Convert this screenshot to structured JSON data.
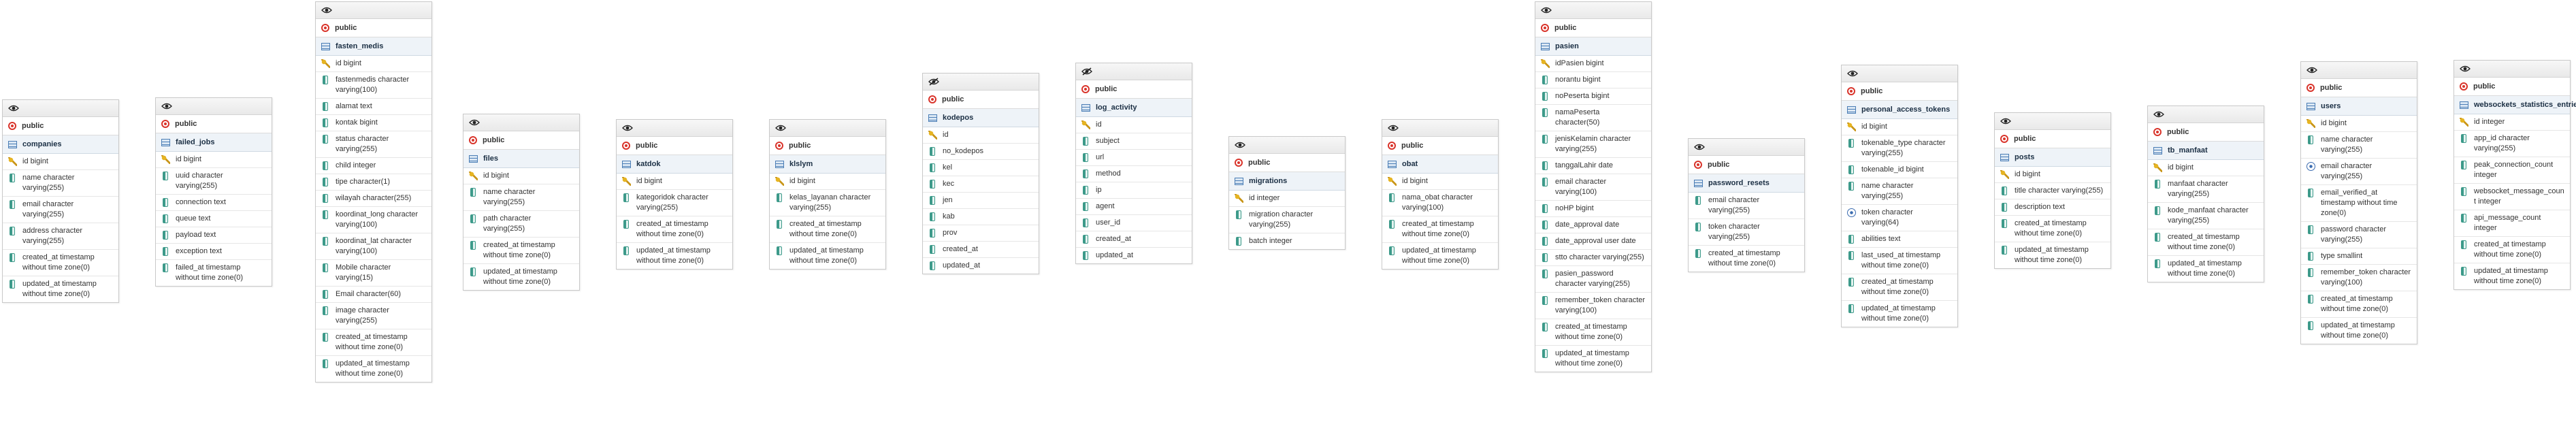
{
  "colors": {
    "schema_red": "#d9342b",
    "column_teal": "#3d9a8a",
    "key_gold": "#e6b422",
    "table_blue": "#4a7db5"
  },
  "tables": [
    {
      "id": "companies",
      "schema": "public",
      "name": "companies",
      "top_icon": "eye-icon",
      "columns": [
        {
          "icon": "key",
          "text": "id bigint"
        },
        {
          "icon": "col",
          "text": "name character varying(255)"
        },
        {
          "icon": "col",
          "text": "email character varying(255)"
        },
        {
          "icon": "col",
          "text": "address character varying(255)"
        },
        {
          "icon": "col",
          "text": "created_at timestamp without time zone(0)"
        },
        {
          "icon": "col",
          "text": "updated_at timestamp without time zone(0)"
        }
      ]
    },
    {
      "id": "failed_jobs",
      "schema": "public",
      "name": "failed_jobs",
      "top_icon": "eye-icon",
      "columns": [
        {
          "icon": "key",
          "text": "id bigint"
        },
        {
          "icon": "col",
          "text": "uuid character varying(255)"
        },
        {
          "icon": "col",
          "text": "connection text"
        },
        {
          "icon": "col",
          "text": "queue text"
        },
        {
          "icon": "col",
          "text": "payload text"
        },
        {
          "icon": "col",
          "text": "exception text"
        },
        {
          "icon": "col",
          "text": "failed_at timestamp without time zone(0)"
        }
      ]
    },
    {
      "id": "fasten_medis",
      "schema": "public",
      "name": "fasten_medis",
      "top_icon": "eye-icon",
      "columns": [
        {
          "icon": "key",
          "text": "id bigint"
        },
        {
          "icon": "col",
          "text": "fastenmedis character varying(100)"
        },
        {
          "icon": "col",
          "text": "alamat text"
        },
        {
          "icon": "col",
          "text": "kontak bigint"
        },
        {
          "icon": "col",
          "text": "status character varying(255)"
        },
        {
          "icon": "col",
          "text": "child integer"
        },
        {
          "icon": "col",
          "text": "tipe character(1)"
        },
        {
          "icon": "col",
          "text": "wilayah character(255)"
        },
        {
          "icon": "col",
          "text": "koordinat_long character varying(100)"
        },
        {
          "icon": "col",
          "text": "koordinat_lat character varying(100)"
        },
        {
          "icon": "col",
          "text": "Mobile character varying(15)"
        },
        {
          "icon": "col",
          "text": "Email character(60)"
        },
        {
          "icon": "col",
          "text": "image character varying(255)"
        },
        {
          "icon": "col",
          "text": "created_at timestamp without time zone(0)"
        },
        {
          "icon": "col",
          "text": "updated_at timestamp without time zone(0)"
        }
      ]
    },
    {
      "id": "files",
      "schema": "public",
      "name": "files",
      "top_icon": "eye-icon",
      "columns": [
        {
          "icon": "key",
          "text": "id bigint"
        },
        {
          "icon": "col",
          "text": "name character varying(255)"
        },
        {
          "icon": "col",
          "text": "path character varying(255)"
        },
        {
          "icon": "col",
          "text": "created_at timestamp without time zone(0)"
        },
        {
          "icon": "col",
          "text": "updated_at timestamp without time zone(0)"
        }
      ]
    },
    {
      "id": "katdok",
      "schema": "public",
      "name": "katdok",
      "top_icon": "eye-icon",
      "columns": [
        {
          "icon": "key",
          "text": "id bigint"
        },
        {
          "icon": "col",
          "text": "kategoridok character varying(255)"
        },
        {
          "icon": "col",
          "text": "created_at timestamp without time zone(0)"
        },
        {
          "icon": "col",
          "text": "updated_at timestamp without time zone(0)"
        }
      ]
    },
    {
      "id": "klslym",
      "schema": "public",
      "name": "klslym",
      "top_icon": "eye-icon",
      "columns": [
        {
          "icon": "key",
          "text": "id bigint"
        },
        {
          "icon": "col",
          "text": "kelas_layanan character varying(255)"
        },
        {
          "icon": "col",
          "text": "created_at timestamp without time zone(0)"
        },
        {
          "icon": "col",
          "text": "updated_at timestamp without time zone(0)"
        }
      ]
    },
    {
      "id": "kodepos",
      "schema": "public",
      "name": "kodepos",
      "top_icon": "eye-slash-icon",
      "columns": [
        {
          "icon": "key",
          "text": "id"
        },
        {
          "icon": "col",
          "text": "no_kodepos"
        },
        {
          "icon": "col",
          "text": "kel"
        },
        {
          "icon": "col",
          "text": "kec"
        },
        {
          "icon": "col",
          "text": "jen"
        },
        {
          "icon": "col",
          "text": "kab"
        },
        {
          "icon": "col",
          "text": "prov"
        },
        {
          "icon": "col",
          "text": "created_at"
        },
        {
          "icon": "col",
          "text": "updated_at"
        }
      ]
    },
    {
      "id": "log_activity",
      "schema": "public",
      "name": "log_activity",
      "top_icon": "eye-slash-icon",
      "columns": [
        {
          "icon": "key",
          "text": "id"
        },
        {
          "icon": "col",
          "text": "subject"
        },
        {
          "icon": "col",
          "text": "url"
        },
        {
          "icon": "col",
          "text": "method"
        },
        {
          "icon": "col",
          "text": "ip"
        },
        {
          "icon": "col",
          "text": "agent"
        },
        {
          "icon": "col",
          "text": "user_id"
        },
        {
          "icon": "col",
          "text": "created_at"
        },
        {
          "icon": "col",
          "text": "updated_at"
        }
      ]
    },
    {
      "id": "migrations",
      "schema": "public",
      "name": "migrations",
      "top_icon": "eye-icon",
      "columns": [
        {
          "icon": "key",
          "text": "id integer"
        },
        {
          "icon": "col",
          "text": "migration character varying(255)"
        },
        {
          "icon": "col",
          "text": "batch integer"
        }
      ]
    },
    {
      "id": "obat",
      "schema": "public",
      "name": "obat",
      "top_icon": "eye-icon",
      "columns": [
        {
          "icon": "key",
          "text": "id bigint"
        },
        {
          "icon": "col",
          "text": "nama_obat character varying(100)"
        },
        {
          "icon": "col",
          "text": "created_at timestamp without time zone(0)"
        },
        {
          "icon": "col",
          "text": "updated_at timestamp without time zone(0)"
        }
      ]
    },
    {
      "id": "pasien",
      "schema": "public",
      "name": "pasien",
      "top_icon": "eye-icon",
      "columns": [
        {
          "icon": "key",
          "text": "idPasien bigint"
        },
        {
          "icon": "col",
          "text": "norantu bigint"
        },
        {
          "icon": "col",
          "text": "noPeserta bigint"
        },
        {
          "icon": "col",
          "text": "namaPeserta character(50)"
        },
        {
          "icon": "col",
          "text": "jenisKelamin character varying(255)"
        },
        {
          "icon": "col",
          "text": "tanggalLahir date"
        },
        {
          "icon": "col",
          "text": "email character varying(100)"
        },
        {
          "icon": "col",
          "text": "noHP bigint"
        },
        {
          "icon": "col",
          "text": "date_approval date"
        },
        {
          "icon": "col",
          "text": "date_approval user date"
        },
        {
          "icon": "col",
          "text": "stto character varying(255)"
        },
        {
          "icon": "col",
          "text": "pasien_password character varying(255)"
        },
        {
          "icon": "col",
          "text": "remember_token character varying(100)"
        },
        {
          "icon": "col",
          "text": "created_at timestamp without time zone(0)"
        },
        {
          "icon": "col",
          "text": "updated_at timestamp without time zone(0)"
        }
      ]
    },
    {
      "id": "password_resets",
      "schema": "public",
      "name": "password_resets",
      "top_icon": "eye-icon",
      "columns": [
        {
          "icon": "col",
          "text": "email character varying(255)"
        },
        {
          "icon": "col",
          "text": "token character varying(255)"
        },
        {
          "icon": "col",
          "text": "created_at timestamp without time zone(0)"
        }
      ]
    },
    {
      "id": "personal_access_tokens",
      "schema": "public",
      "name": "personal_access_tokens",
      "top_icon": "eye-icon",
      "columns": [
        {
          "icon": "key",
          "text": "id bigint"
        },
        {
          "icon": "col",
          "text": "tokenable_type character varying(255)"
        },
        {
          "icon": "col",
          "text": "tokenable_id bigint"
        },
        {
          "icon": "col",
          "text": "name character varying(255)"
        },
        {
          "icon": "num",
          "text": "token character varying(64)"
        },
        {
          "icon": "col",
          "text": "abilities text"
        },
        {
          "icon": "col",
          "text": "last_used_at timestamp without time zone(0)"
        },
        {
          "icon": "col",
          "text": "created_at timestamp without time zone(0)"
        },
        {
          "icon": "col",
          "text": "updated_at timestamp without time zone(0)"
        }
      ]
    },
    {
      "id": "posts",
      "schema": "public",
      "name": "posts",
      "top_icon": "eye-icon",
      "columns": [
        {
          "icon": "key",
          "text": "id bigint"
        },
        {
          "icon": "col",
          "text": "title character varying(255)"
        },
        {
          "icon": "col",
          "text": "description text"
        },
        {
          "icon": "col",
          "text": "created_at timestamp without time zone(0)"
        },
        {
          "icon": "col",
          "text": "updated_at timestamp without time zone(0)"
        }
      ]
    },
    {
      "id": "tb_manfaat",
      "schema": "public",
      "name": "tb_manfaat",
      "top_icon": "eye-icon",
      "columns": [
        {
          "icon": "key",
          "text": "id bigint"
        },
        {
          "icon": "col",
          "text": "manfaat character varying(255)"
        },
        {
          "icon": "col",
          "text": "kode_manfaat character varying(255)"
        },
        {
          "icon": "col",
          "text": "created_at timestamp without time zone(0)"
        },
        {
          "icon": "col",
          "text": "updated_at timestamp without time zone(0)"
        }
      ]
    },
    {
      "id": "users",
      "schema": "public",
      "name": "users",
      "top_icon": "eye-icon",
      "columns": [
        {
          "icon": "key",
          "text": "id bigint"
        },
        {
          "icon": "col",
          "text": "name character varying(255)"
        },
        {
          "icon": "num",
          "text": "email character varying(255)"
        },
        {
          "icon": "col",
          "text": "email_verified_at timestamp without time zone(0)"
        },
        {
          "icon": "col",
          "text": "password character varying(255)"
        },
        {
          "icon": "col",
          "text": "type smallint"
        },
        {
          "icon": "col",
          "text": "remember_token character varying(100)"
        },
        {
          "icon": "col",
          "text": "created_at timestamp without time zone(0)"
        },
        {
          "icon": "col",
          "text": "updated_at timestamp without time zone(0)"
        }
      ]
    },
    {
      "id": "websockets_statistics_entries",
      "schema": "public",
      "name": "websockets_statistics_entries",
      "top_icon": "eye-icon",
      "columns": [
        {
          "icon": "key",
          "text": "id integer"
        },
        {
          "icon": "col",
          "text": "app_id character varying(255)"
        },
        {
          "icon": "col",
          "text": "peak_connection_count integer"
        },
        {
          "icon": "col",
          "text": "websocket_message_count integer"
        },
        {
          "icon": "col",
          "text": "api_message_count integer"
        },
        {
          "icon": "col",
          "text": "created_at timestamp without time zone(0)"
        },
        {
          "icon": "col",
          "text": "updated_at timestamp without time zone(0)"
        }
      ]
    }
  ]
}
